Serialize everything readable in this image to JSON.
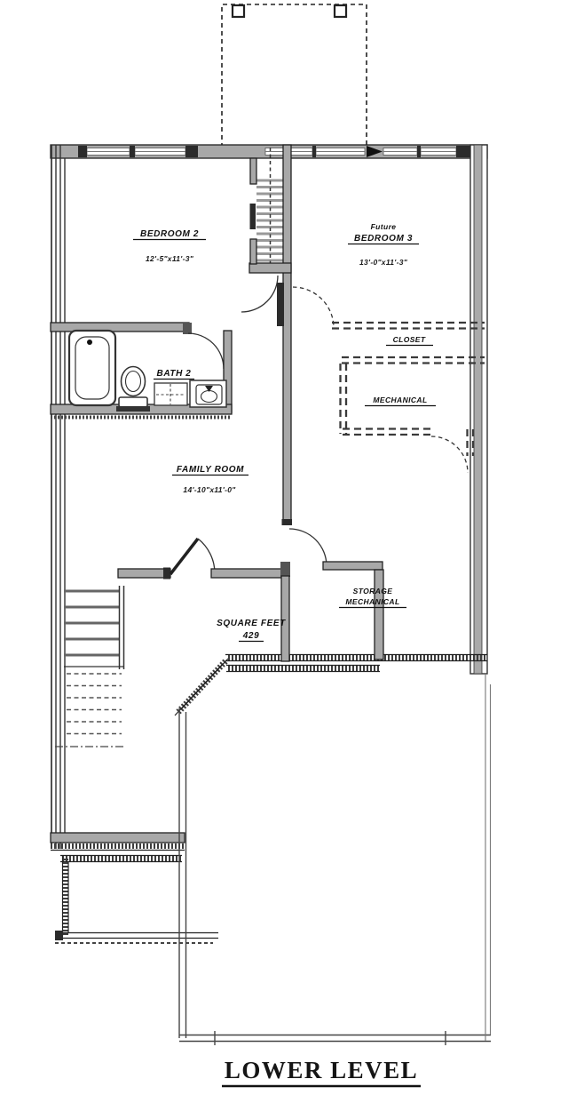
{
  "title": "LOWER LEVEL",
  "rooms": {
    "bedroom2": {
      "name": "BEDROOM 2",
      "dims": "12'-5\"x11'-3\""
    },
    "bedroom3": {
      "prefix": "Future",
      "name": "BEDROOM 3",
      "dims": "13'-0\"x11'-3\""
    },
    "closet": {
      "name": "CLOSET"
    },
    "mechanical": {
      "name": "MECHANICAL"
    },
    "bath2": {
      "name": "BATH 2"
    },
    "family_room": {
      "name": "FAMILY ROOM",
      "dims": "14'-10\"x11'-0\""
    },
    "storage_mechanical": {
      "line1": "STORAGE",
      "line2": "MECHANICAL"
    },
    "square_feet": {
      "label": "SQUARE FEET",
      "value": "429"
    }
  }
}
